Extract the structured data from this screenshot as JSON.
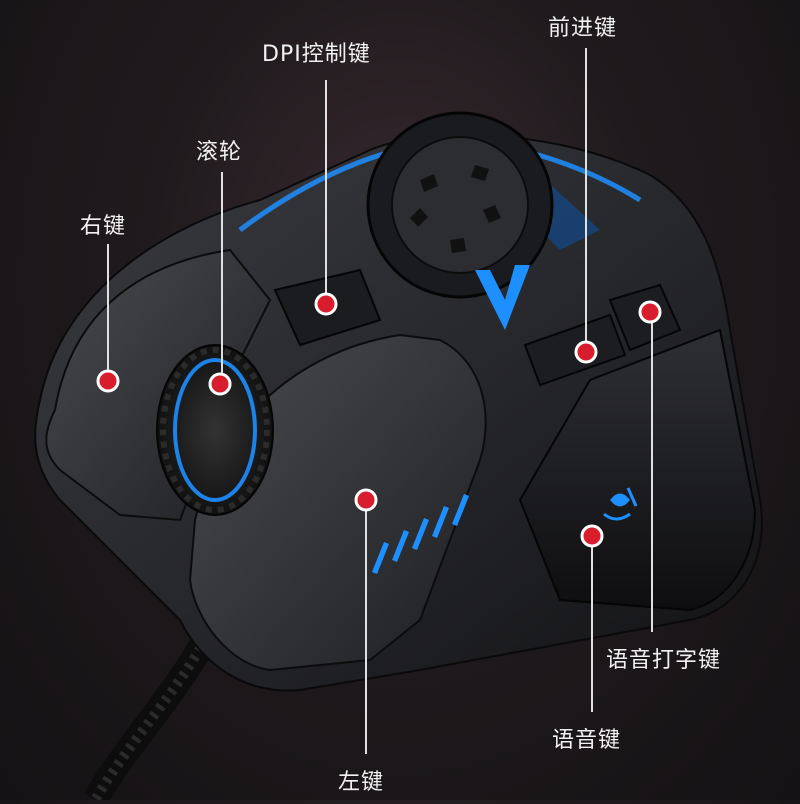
{
  "labels": {
    "dpi_button": "DPI控制键",
    "forward_button": "前进键",
    "scroll_wheel": "滚轮",
    "right_button": "右键",
    "voice_typing_button": "语音打字键",
    "voice_button": "语音键",
    "left_button": "左键"
  },
  "colors": {
    "background": "#1c181b",
    "mouse_body": "#2a2b2f",
    "accent_led": "#1e8fff",
    "marker_fill": "#d81e2c",
    "marker_ring": "#ffffff",
    "leader_line": "#e0e0e0",
    "label_text": "#f2f2f2"
  },
  "icons": {
    "microphone": "microphone-icon",
    "logo": "brand-logo"
  }
}
